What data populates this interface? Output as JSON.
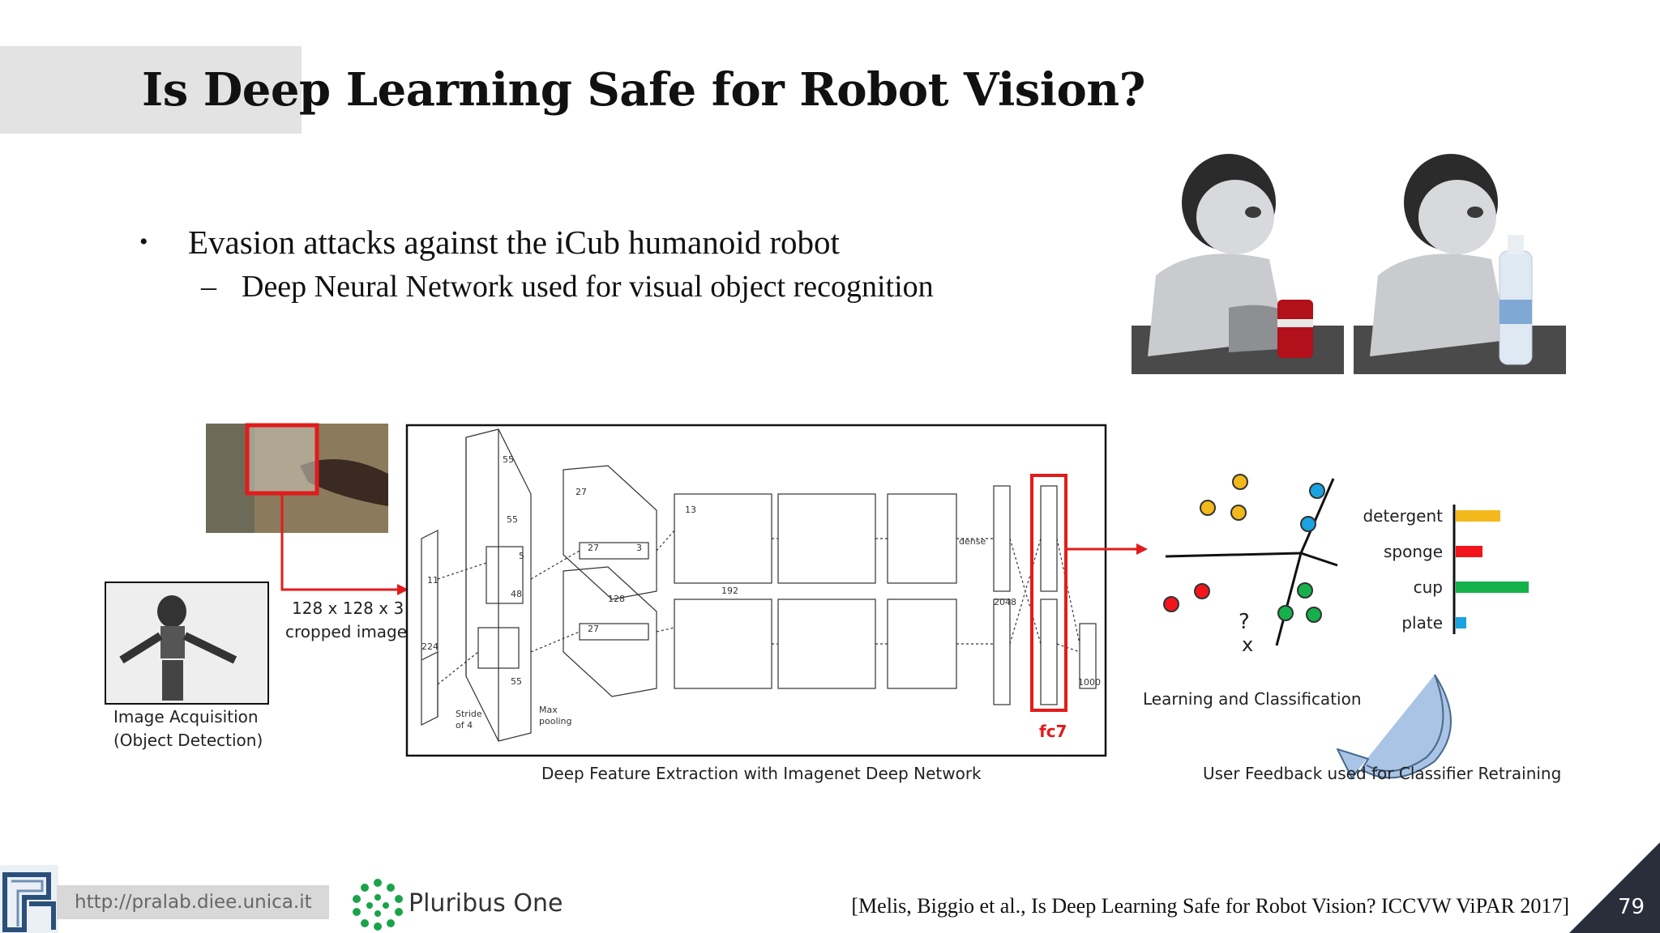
{
  "slide": {
    "title": "Is Deep Learning Safe for Robot Vision?",
    "bullet": "Evasion attacks against the iCub humanoid robot",
    "sub_bullet": "Deep Neural Network used for visual object recognition",
    "bullet_marker": "•",
    "sub_marker": "–"
  },
  "figure": {
    "crop_label_line1": "128 x 128 x 3",
    "crop_label_line2": "cropped image",
    "acquisition_line1": "Image Acquisition",
    "acquisition_line2": "(Object Detection)",
    "network_caption": "Deep Feature Extraction with Imagenet Deep Network",
    "fc7_label": "fc7",
    "learning_caption": "Learning and Classification",
    "feedback_caption": "User Feedback used for Classifier Retraining",
    "unknown_marker_q": "?",
    "unknown_marker_x": "x",
    "network_numbers": {
      "n55a": "55",
      "n55b": "55",
      "n55c": "55",
      "n27a": "27",
      "n27b": "27",
      "n27c": "27",
      "n13": "13",
      "n11": "11",
      "n224": "224",
      "n48": "48",
      "n128": "128",
      "n192": "192",
      "n2048": "2048",
      "n1000": "1000",
      "n5": "5",
      "n3": "3",
      "dense": "dense",
      "max_pooling_1": "Max",
      "max_pooling_2": "pooling",
      "stride_1": "Stride",
      "stride_2": "of 4"
    },
    "classes": [
      {
        "label": "detergent",
        "score": 0.5,
        "color": "#f2b81c"
      },
      {
        "label": "sponge",
        "score": 0.3,
        "color": "#f2161c"
      },
      {
        "label": "cup",
        "score": 0.82,
        "color": "#15b14a"
      },
      {
        "label": "plate",
        "score": 0.12,
        "color": "#1aa3e0"
      }
    ]
  },
  "footer": {
    "url": "http://pralab.diee.unica.it",
    "company": "Pluribus One",
    "reference": "[Melis, Biggio et al., Is Deep Learning Safe for Robot Vision? ICCVW ViPAR 2017]",
    "page_number": "79"
  },
  "colors": {
    "accent_red": "#e31b1b",
    "corner": "#2a2e3b",
    "arrow_blue": "#a9c4e4"
  }
}
